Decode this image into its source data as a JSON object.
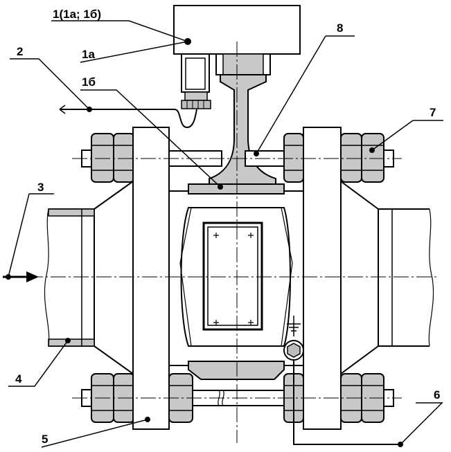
{
  "callouts": {
    "c1": "1(1а; 1б)",
    "c1a": "1а",
    "c1b": "1б",
    "c2": "2",
    "c3": "3",
    "c4": "4",
    "c5": "5",
    "c6": "6",
    "c7": "7",
    "c8": "8"
  },
  "colors": {
    "line": "#000000",
    "fill_gray": "#c8c8c8",
    "fill_dark": "#9a9a9a",
    "background": "#ffffff"
  }
}
